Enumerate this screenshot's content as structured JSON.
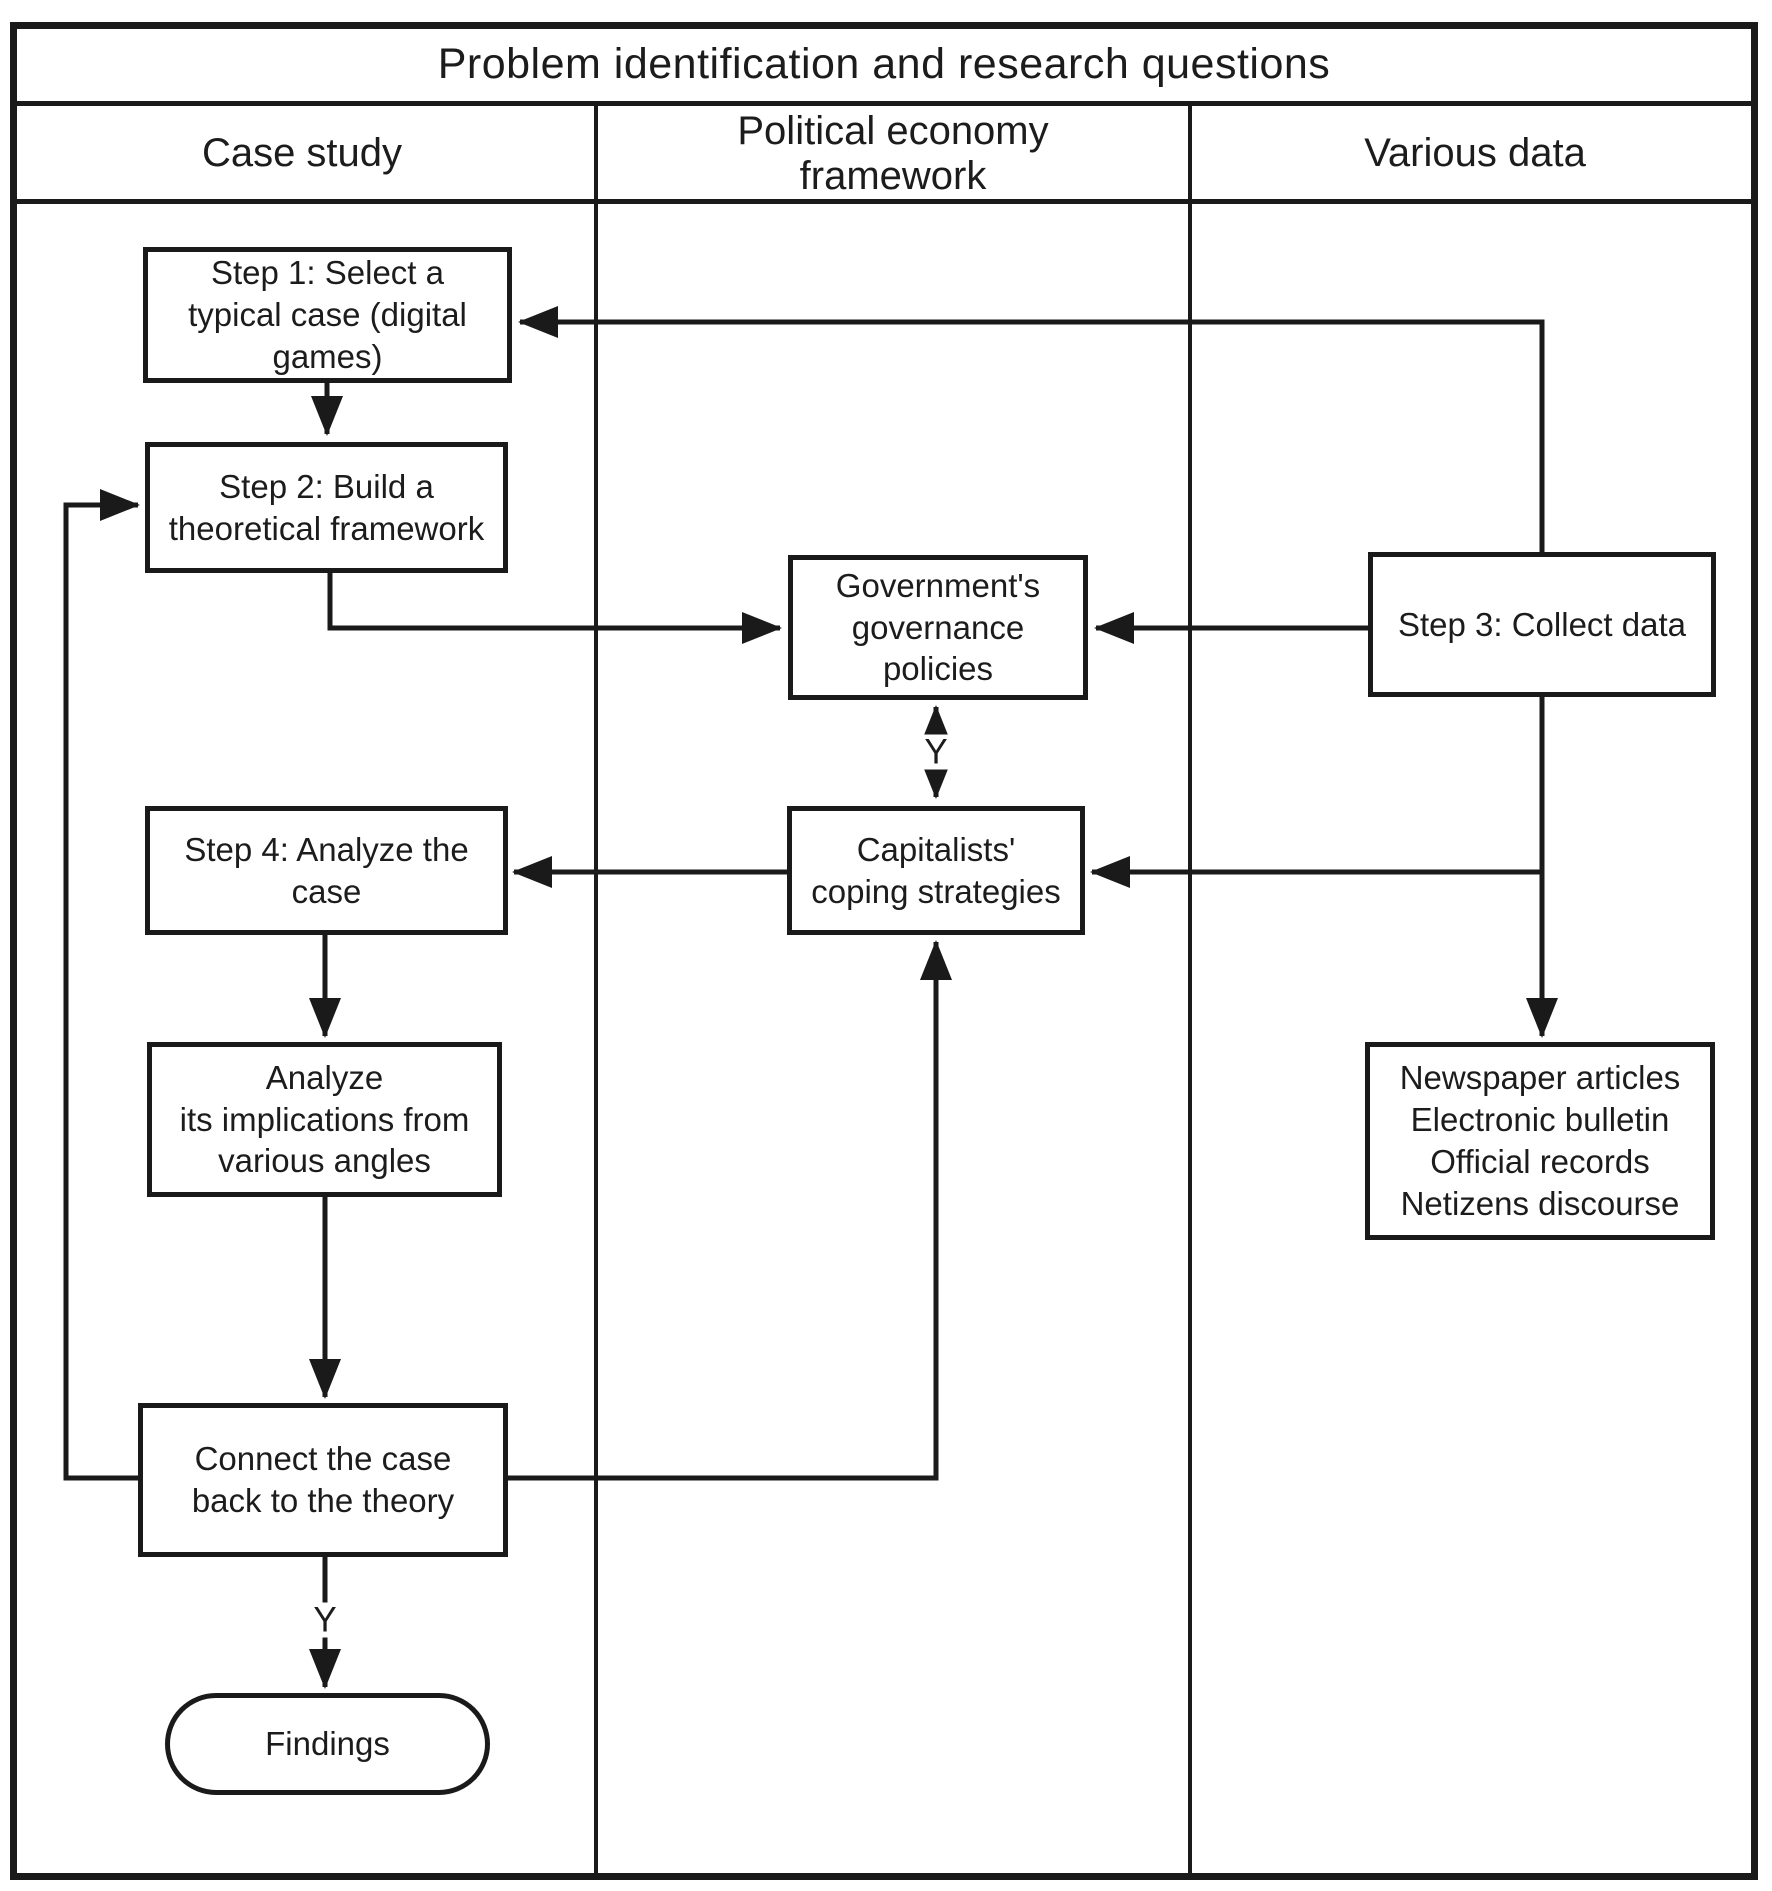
{
  "title": "Problem identification and research questions",
  "columns": [
    {
      "label": "Case study"
    },
    {
      "label": "Political economy\nframework"
    },
    {
      "label": "Various data"
    }
  ],
  "nodes": {
    "step1": {
      "label": "Step 1: Select a\ntypical case (digital\ngames)",
      "shape": "rect"
    },
    "step2": {
      "label": "Step 2: Build a\ntheoretical framework",
      "shape": "rect"
    },
    "government_policies": {
      "label": "Government's\ngovernance\npolicies",
      "shape": "rect"
    },
    "step3": {
      "label": "Step 3: Collect data",
      "shape": "rect"
    },
    "step4": {
      "label": "Step 4: Analyze the\ncase",
      "shape": "rect"
    },
    "capitalists_strategies": {
      "label": "Capitalists'\ncoping strategies",
      "shape": "rect"
    },
    "analyze_implications": {
      "label": "Analyze\nits implications from\nvarious angles",
      "shape": "rect"
    },
    "data_sources": {
      "label": "Newspaper articles\nElectronic bulletin\nOfficial records\nNetizens discourse",
      "shape": "rect"
    },
    "connect_theory": {
      "label": "Connect the case\nback to the theory",
      "shape": "rect"
    },
    "findings": {
      "label": "Findings",
      "shape": "stadium"
    }
  },
  "edge_labels": {
    "gov_capitalists": "Y",
    "connect_findings": "Y"
  },
  "colors": {
    "line": "#1a1a1a",
    "box_fill": "#ffffff",
    "background": "#ffffff",
    "text": "#1c1c1c"
  }
}
